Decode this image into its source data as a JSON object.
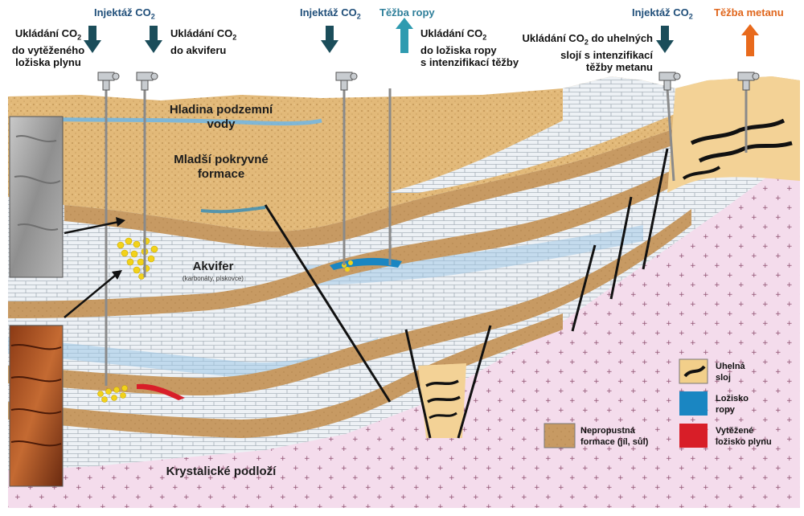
{
  "wells": [
    {
      "id": "inj1",
      "label": "Injektáž CO",
      "sub": "2",
      "color": "#1f4e79"
    },
    {
      "id": "inj2",
      "label": "Injektáž CO",
      "sub": "2",
      "color": "#1f4e79"
    },
    {
      "id": "oil",
      "label": "Těžba ropy",
      "sub": "",
      "color": "#2f7f9a"
    },
    {
      "id": "inj3",
      "label": "Injektáž CO",
      "sub": "2",
      "color": "#1f4e79"
    },
    {
      "id": "meth",
      "label": "Těžba metanu",
      "sub": "",
      "color": "#e0661c"
    }
  ],
  "storage": {
    "depleted_gas": {
      "l1": "Ukládání CO",
      "sub": "2",
      "l2": "do vytěženého",
      "l3": "ložiska plynu"
    },
    "aquifer": {
      "l1": "Ukládání CO",
      "sub": "2",
      "l2": "do akviferu"
    },
    "oil": {
      "l1": "Ukládání CO",
      "sub": "2",
      "l2": "do ložiska ropy",
      "l3": "s intenzifikací těžby"
    },
    "coal": {
      "l1a": "Ukládání CO",
      "sub": "2",
      "l1b": " do uhelných",
      "l2": "slojí s intenzifikací",
      "l3": "těžby metanu"
    }
  },
  "layers": {
    "groundwater": {
      "l1": "Hladina podzemní",
      "l2": "vody"
    },
    "cover": {
      "l1": "Mladší pokryvné",
      "l2": "formace"
    },
    "aquifer": {
      "title": "Akvifer",
      "note": "(karbonáty, pískovce)"
    },
    "basement": "Krystalické podloží"
  },
  "legend": {
    "coal": {
      "l1": "Uhelná",
      "l2": "sloj",
      "color": "#f2cf8a"
    },
    "oil": {
      "l1": "Ložisko",
      "l2": "ropy",
      "color": "#1a86c2"
    },
    "gas": {
      "l1": "Vytěžené",
      "l2": "ložisko plynu",
      "color": "#d81e28"
    },
    "impermeable": {
      "l1": "Nepropustná",
      "l2": "formace (jíl, sůl)",
      "color": "#c79a63"
    }
  },
  "colors": {
    "cap": "#c79a63",
    "cover": "#e0b777",
    "cover_top": "#efd09a",
    "limestone": "#e9eef3",
    "blue_tint": "#a9cde8",
    "basement": "#f3dcea",
    "inject_arrow": "#1b4d5a",
    "oil_arrow": "#2f9bb0",
    "methane_arrow": "#e86a1c"
  }
}
